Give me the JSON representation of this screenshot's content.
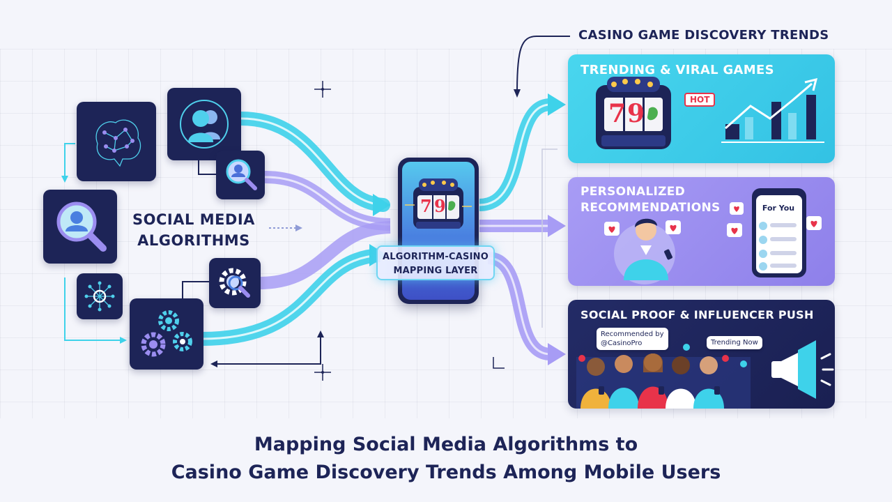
{
  "left_label_line1": "SOCIAL MEDIA",
  "left_label_line2": "ALGORITHMS",
  "trends_title": "CASINO GAME DISCOVERY TRENDS",
  "panels": [
    {
      "title": "TRENDING & VIRAL GAMES",
      "badge": "HOT",
      "color": "#36c9e6"
    },
    {
      "title_line1": "PERSONALIZED",
      "title_line2": "RECOMMENDATIONS",
      "badge": "For You",
      "color": "#9b8df0"
    },
    {
      "title": "SOCIAL PROOF & INFLUENCER PUSH",
      "bubble1_line1": "Recommended by",
      "bubble1_line2": "@CasinoPro",
      "bubble2": "Trending Now",
      "color": "#1d2457"
    }
  ],
  "mapping_line1": "ALGORITHM-CASINO",
  "mapping_line2": "MAPPING LAYER",
  "reel_symbols": [
    "7",
    "9"
  ],
  "bottom_title_line1": "Mapping Social Media Algorithms to",
  "bottom_title_line2": "Casino Game Discovery Trends Among Mobile Users",
  "colors": {
    "navy": "#1d2457",
    "cyan": "#36c9e6",
    "lavender": "#9b8df0",
    "red": "#e8334a"
  }
}
